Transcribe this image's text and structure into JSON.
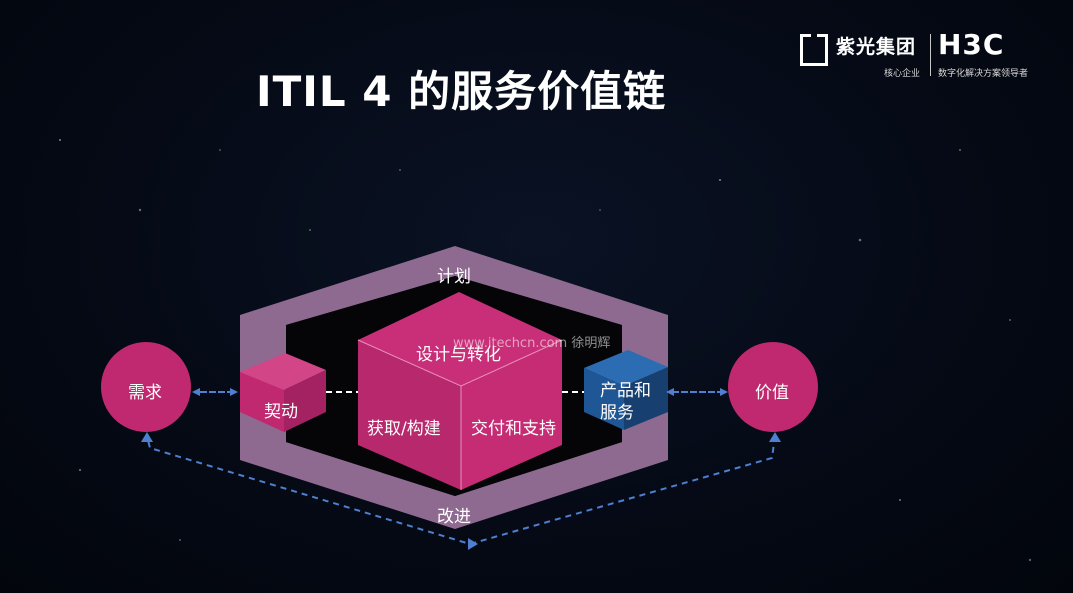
{
  "slide": {
    "title": "ITIL 4 的服务价值链",
    "watermark": "www.itechcn.com 徐明辉"
  },
  "logo": {
    "group_name": "紫光集团",
    "group_tagline": "核心企业",
    "brand": "H3C",
    "brand_tagline": "数字化解决方案领导者"
  },
  "diagram": {
    "demand": "需求",
    "value": "价值",
    "plan": "计划",
    "improve": "改进",
    "engage": "契动",
    "design_transition": "设计与转化",
    "obtain_build": "获取/构建",
    "deliver_support": "交付和支持",
    "products_services": "产品和\n服务"
  },
  "colors": {
    "magenta": "#c0296f",
    "magenta_dark": "#9e1f5b",
    "hexagon": "#8e6a91",
    "blue_box": "#1e4f8a",
    "arrow": "#4f7fd0"
  }
}
